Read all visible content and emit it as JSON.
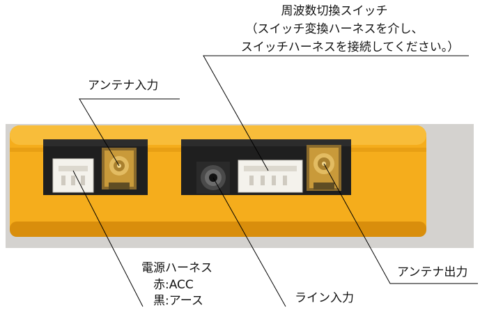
{
  "labels": {
    "switch_title": "周波数切換スイッチ",
    "switch_note_1": "（スイッチ変換ハーネスを介し、",
    "switch_note_2": "スイッチハーネスを接続してください。）",
    "antenna_in": "アンテナ入力",
    "antenna_out": "アンテナ出力",
    "power_harness": "電源ハーネス",
    "power_red": "赤:ACC",
    "power_black": "黒:アース",
    "line_in": "ライン入力"
  },
  "colors": {
    "case": "#f5ad1c",
    "case_shadow": "#d98e0c",
    "cavity": "#1f1f1f",
    "connector_white": "#f4f2ec",
    "gold": "#c99a3a",
    "leader": "#000000"
  }
}
